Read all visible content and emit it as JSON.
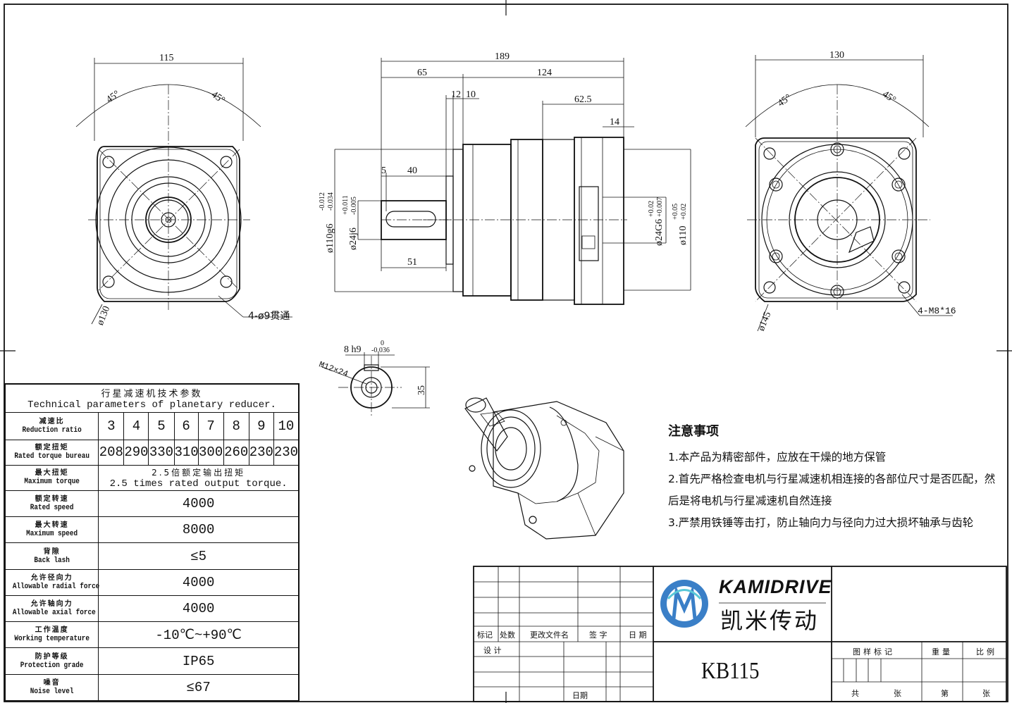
{
  "drawing": {
    "dimensions": {
      "left_view": {
        "width": "115",
        "angle_left": "45°",
        "angle_right": "45°",
        "pcd": "ø130",
        "holes": "4-ø9贯通"
      },
      "side_view": {
        "overall": "189",
        "shaft_len": "65",
        "body_len": "124",
        "d12": "12",
        "d10": "10",
        "d62": "62.5",
        "d14": "14",
        "d5": "5",
        "d40": "40",
        "d51": "51",
        "pilot": "ø110g6",
        "pilot_tol_up": "-0.012",
        "pilot_tol_dn": "-0.034",
        "shaft": "ø24j6",
        "shaft_tol_up": "+0.011",
        "shaft_tol_dn": "-0.005",
        "motor_shaft": "ø24G6",
        "motor_shaft_tol_up": "+0.02",
        "motor_shaft_tol_dn": "+0.007",
        "motor_pilot": "ø110",
        "motor_pilot_tol_up": "+0.05",
        "motor_pilot_tol_dn": "+0.02"
      },
      "right_view": {
        "width": "130",
        "angle_left": "45°",
        "angle_right": "45°",
        "pcd": "ø145",
        "holes": "4-M8*16"
      },
      "key_section": {
        "key": "8 h9",
        "key_tol_up": "0",
        "key_tol_dn": "-0.036",
        "thread": "M12×24",
        "height": "35"
      }
    }
  },
  "spec_table": {
    "title_cn": "行星减速机技术参数",
    "title_en": "Technical parameters of planetary reducer.",
    "rows": {
      "ratio": {
        "cn": "减速比",
        "en": "Reduction ratio",
        "values": [
          "3",
          "4",
          "5",
          "6",
          "7",
          "8",
          "9",
          "10"
        ]
      },
      "rated_torque": {
        "cn": "额定扭矩",
        "en": "Rated torque bureau",
        "values": [
          "208",
          "290",
          "330",
          "310",
          "300",
          "260",
          "230",
          "230"
        ]
      },
      "max_torque": {
        "cn": "最大扭矩",
        "en": "Maximum torque",
        "value_cn": "2.5倍额定输出扭矩",
        "value_en": "2.5 times rated output torque."
      },
      "rated_speed": {
        "cn": "额定转速",
        "en": "Rated speed",
        "value": "4000"
      },
      "max_speed": {
        "cn": "最大转速",
        "en": "Maximum speed",
        "value": "8000"
      },
      "backlash": {
        "cn": "背隙",
        "en": "Back lash",
        "value": "≤5"
      },
      "radial_force": {
        "cn": "允许径向力",
        "en": "Allowable radial force",
        "value": "4000"
      },
      "axial_force": {
        "cn": "允许轴向力",
        "en": "Allowable axial force",
        "value": "4000"
      },
      "temperature": {
        "cn": "工作温度",
        "en": "Working temperature",
        "value": "-10℃~+90℃"
      },
      "protection": {
        "cn": "防护等级",
        "en": "Protection grade",
        "value": "IP65"
      },
      "noise": {
        "cn": "噪音",
        "en": "Noise level",
        "value": "≤67"
      }
    }
  },
  "notes": {
    "title": "注意事项",
    "lines": [
      "1.本产品为精密部件，应放在干燥的地方保管",
      "2.首先严格检查电机与行星减速机相连接的各部位尺寸是否匹配，然",
      "后是将电机与行星减速机自然连接",
      "3.严禁用铁锤等击打，防止轴向力与径向力过大损坏轴承与齿轮"
    ]
  },
  "title_block": {
    "brand_en": "KAMIDRIVE",
    "brand_cn": "凯米传动",
    "model": "KB115",
    "labels": {
      "mark": "标记",
      "count": "处数",
      "change_doc": "更改文件名",
      "sign": "签 字",
      "date": "日 期",
      "design": "设 计",
      "date2": "日期",
      "drawing_mark": "图样标记",
      "weight": "重量",
      "scale": "比例",
      "total": "共",
      "sheets": "张",
      "sheet_no": "第",
      "sheet_unit": "张"
    }
  }
}
